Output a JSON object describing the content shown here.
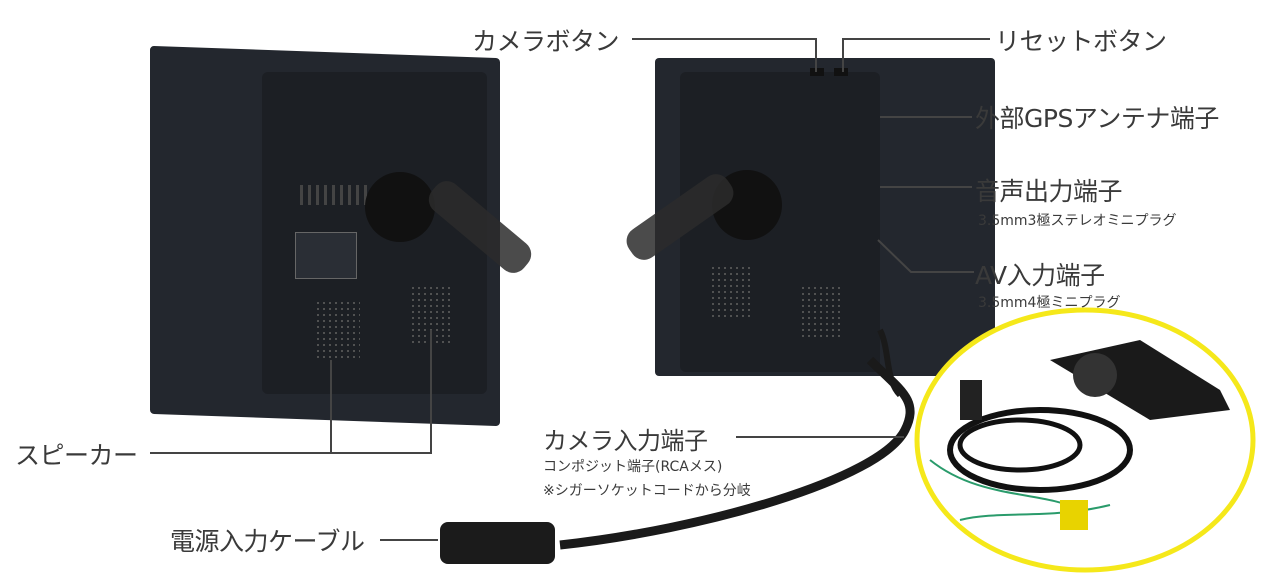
{
  "labels": {
    "camera_button": "カメラボタン",
    "reset_button": "リセットボタン",
    "gps_port": "外部GPSアンテナ端子",
    "audio_port": "音声出力端子",
    "audio_port_sub": "3.5mm3極ステレオミニプラグ",
    "av_port": "AV入力端子",
    "av_port_sub": "3.5mm4極ミニプラグ",
    "speaker": "スピーカー",
    "camera_input": "カメラ入力端子",
    "camera_input_sub1": "コンポジット端子(RCAメス)",
    "camera_input_sub2": "※シガーソケットコードから分岐",
    "power_cable": "電源入力ケーブル"
  },
  "colors": {
    "highlight_circle": "#f5e81a",
    "device": "#23272e",
    "line": "#444444"
  }
}
